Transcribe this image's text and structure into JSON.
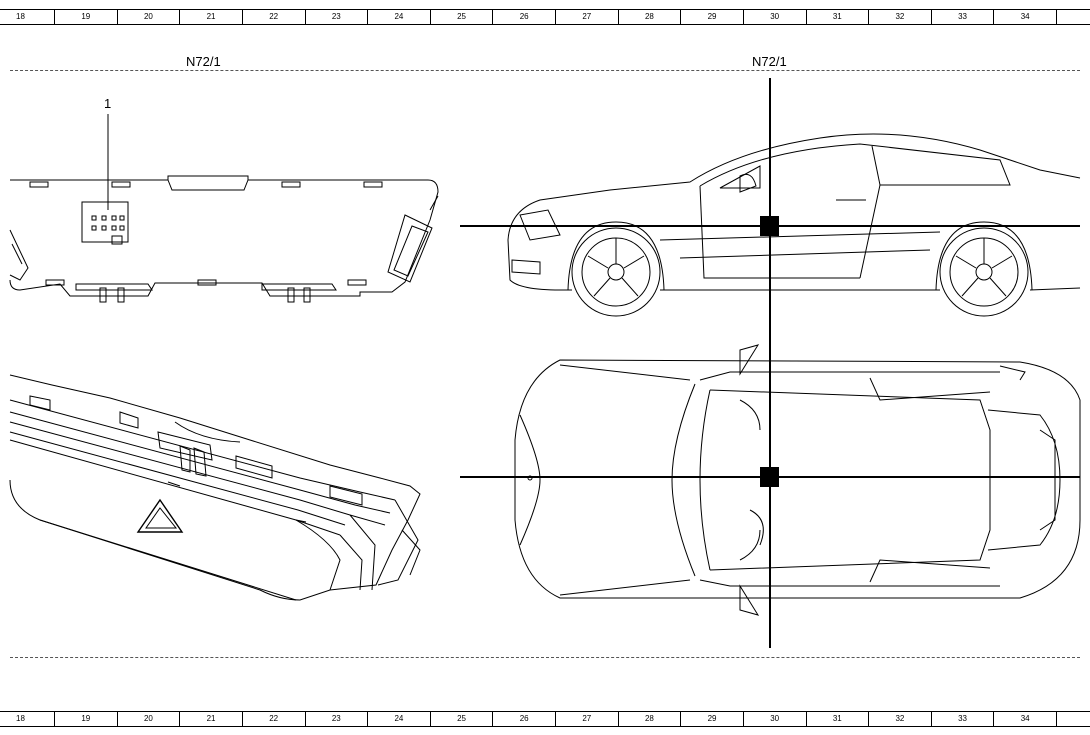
{
  "ruler": {
    "top": [
      "18",
      "19",
      "20",
      "21",
      "22",
      "23",
      "24",
      "25",
      "26",
      "27",
      "28",
      "29",
      "30",
      "31",
      "32",
      "33",
      "34",
      ""
    ],
    "bottom": [
      "18",
      "19",
      "20",
      "21",
      "22",
      "23",
      "24",
      "25",
      "26",
      "27",
      "28",
      "29",
      "30",
      "31",
      "32",
      "33",
      "34",
      ""
    ]
  },
  "left_panel": {
    "component_label": "N72/1",
    "callout_number": "1"
  },
  "right_panel": {
    "location_label": "N72/1"
  }
}
